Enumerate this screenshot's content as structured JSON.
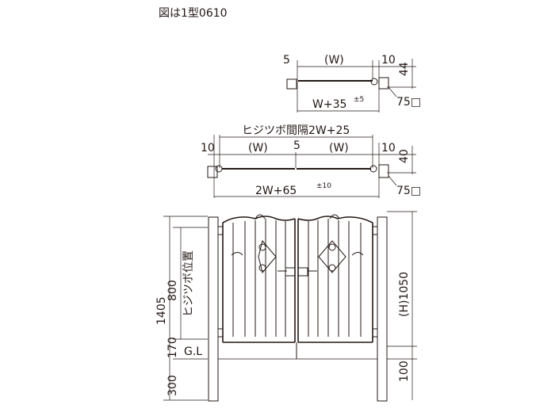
{
  "caption": "図は1型0610",
  "top_plan": {
    "dim_left": "5",
    "dim_width": "(W)",
    "dim_right": "10",
    "dim_depth": "44",
    "total": "W+35",
    "total_tol": "±5",
    "post": "75□"
  },
  "mid_plan": {
    "spacing": "ヒジツボ間隔2W+25",
    "dim_left": "10",
    "dim_w1": "(W)",
    "dim_center": "5",
    "dim_w2": "(W)",
    "dim_right": "10",
    "dim_depth": "40",
    "total": "2W+65",
    "total_tol": "±10",
    "post": "75□"
  },
  "elevation": {
    "total_height": "1405",
    "hinge_label": "ヒジツボ位置",
    "hinge_height": "800",
    "gap_bottom": "170",
    "ground_label": "G.L",
    "embed_depth": "300",
    "gate_height": "(H)1050",
    "right_embed": "100"
  }
}
